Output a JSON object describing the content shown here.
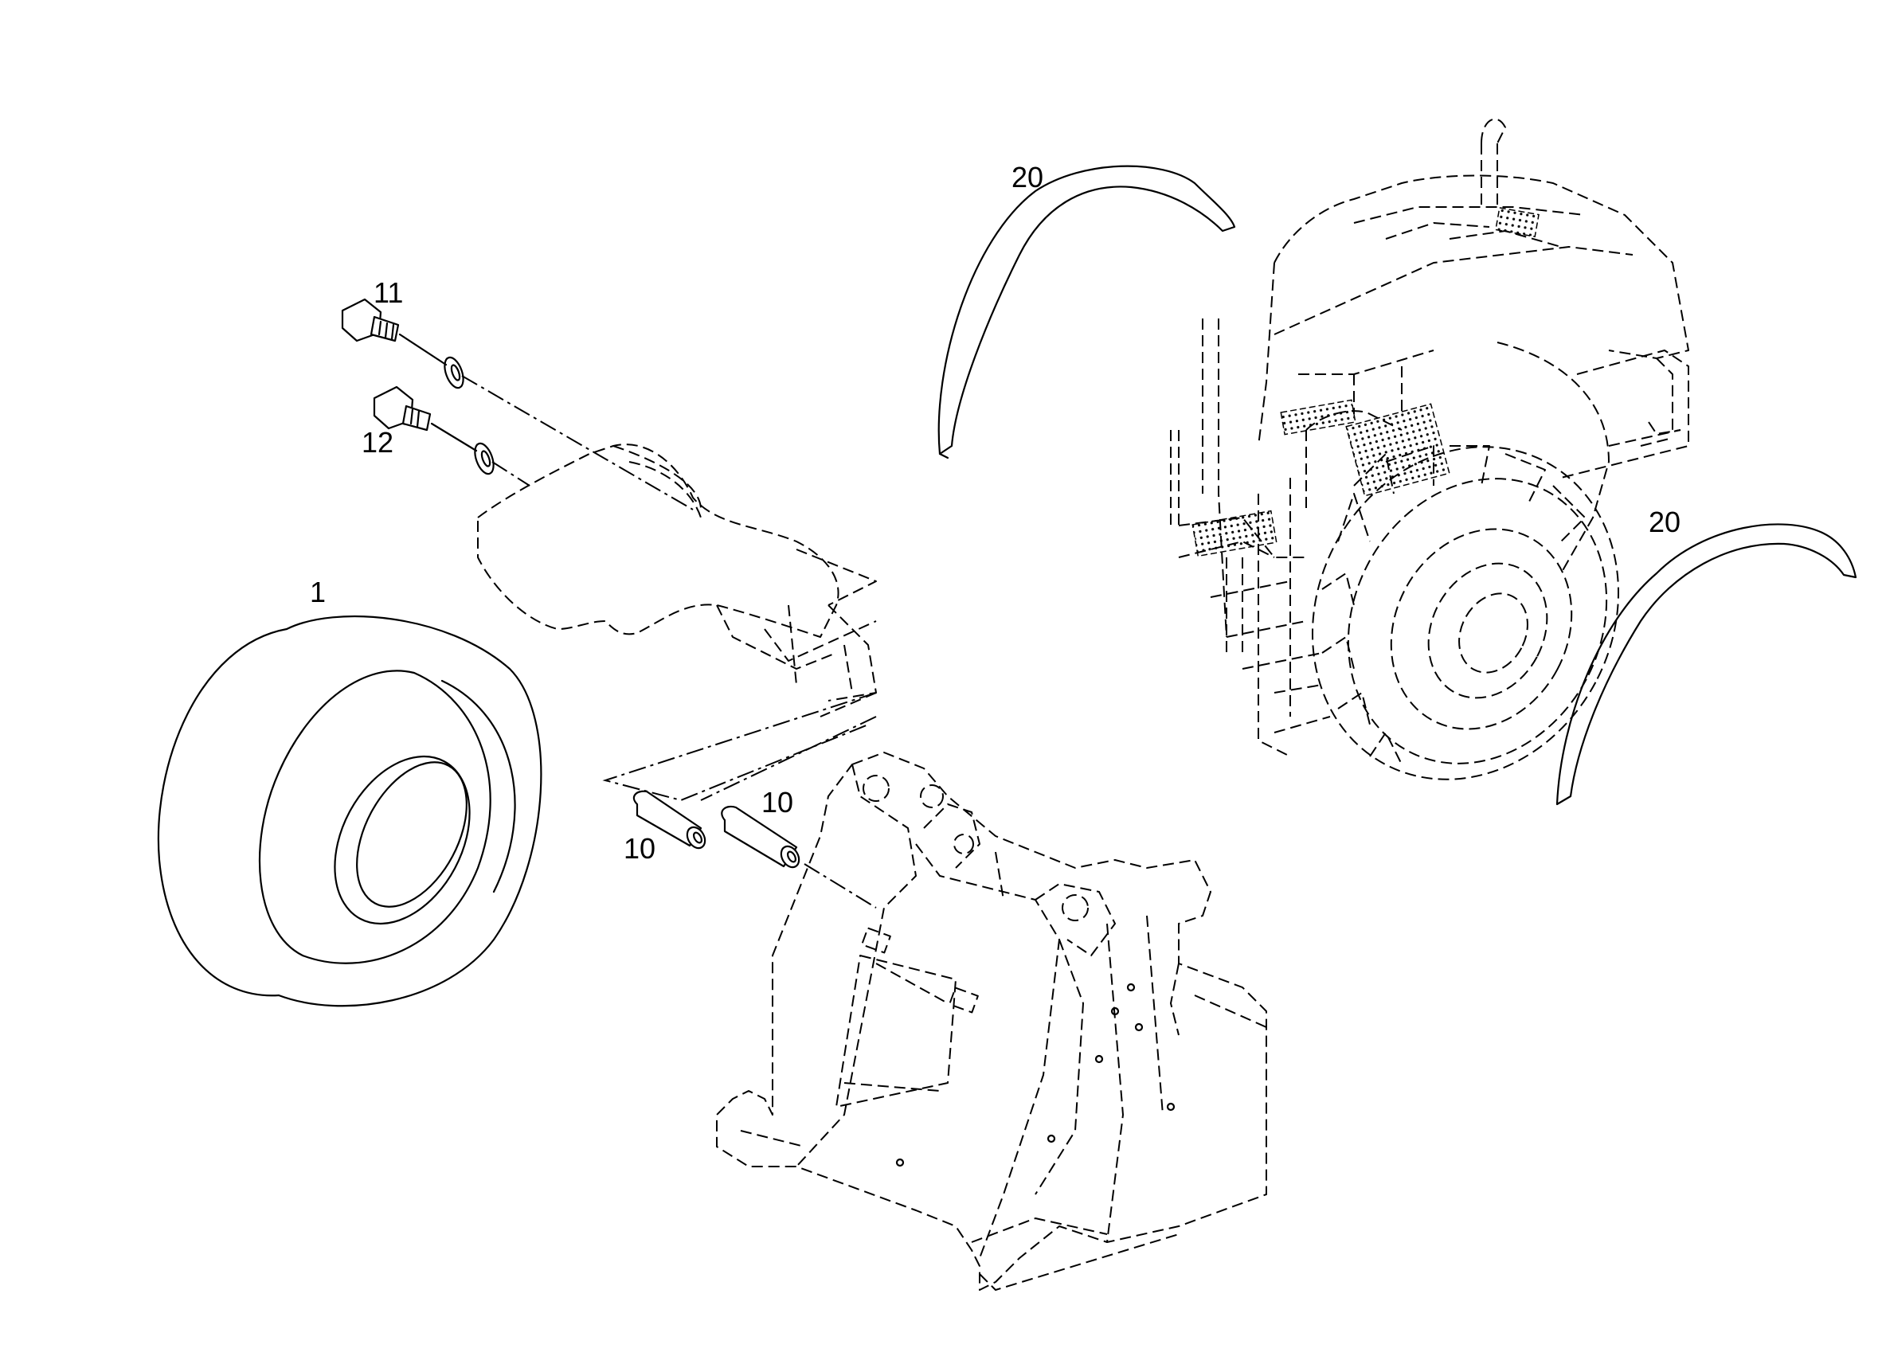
{
  "callouts": {
    "tire": "1",
    "pin_left": "10",
    "pin_right": "10",
    "bolt_upper": "11",
    "bolt_lower": "12",
    "fender_left": "20",
    "fender_right": "20"
  }
}
